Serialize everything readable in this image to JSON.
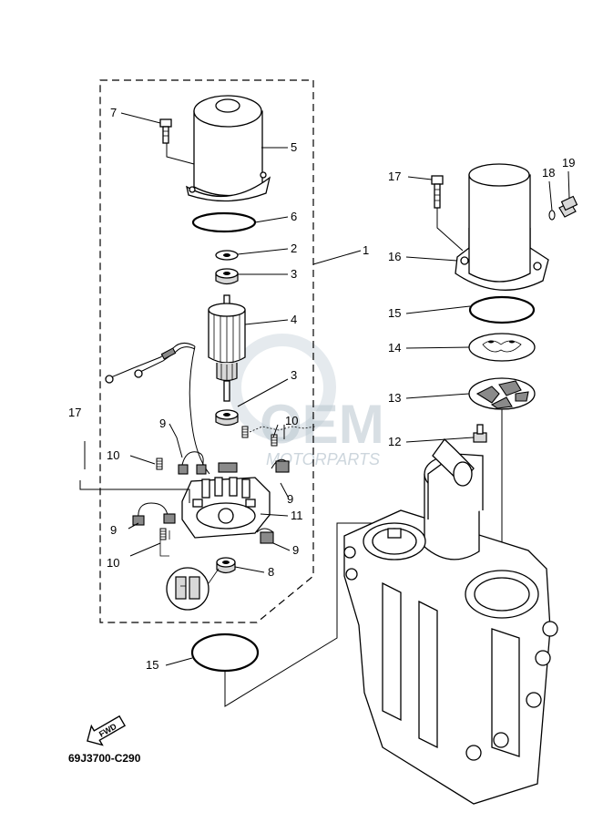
{
  "watermark": {
    "line1": "OEM",
    "line2": "MOTORPARTS"
  },
  "diagram_code": "69J3700-C290",
  "fwd_label": "FWD",
  "callouts": {
    "c7": "7",
    "c5": "5",
    "c6": "6",
    "c2": "2",
    "c3a": "3",
    "c1": "1",
    "c4": "4",
    "c3b": "3",
    "c17a": "17",
    "c9a": "9",
    "c10a": "10",
    "c10b": "10",
    "c9b": "9",
    "c11": "11",
    "c9c": "9",
    "c10c": "10",
    "c9d": "9",
    "c8": "8",
    "c15a": "15",
    "c17b": "17",
    "c18": "18",
    "c19": "19",
    "c16": "16",
    "c15b": "15",
    "c14": "14",
    "c13": "13",
    "c12": "12"
  }
}
